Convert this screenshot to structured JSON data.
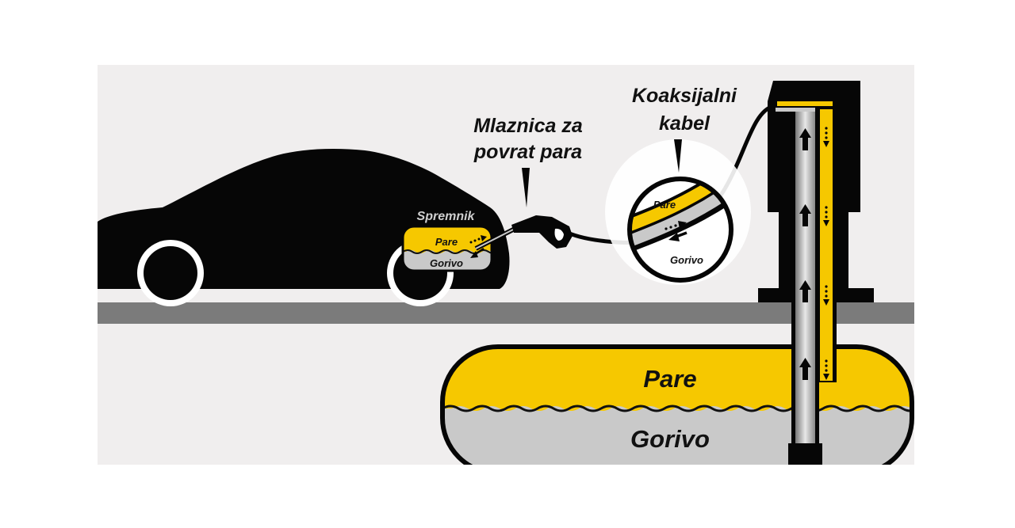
{
  "labels": {
    "vapor_nozzle": [
      "Mlaznica za",
      "povrat para"
    ],
    "coaxial_hose": [
      "Koaksijalni",
      "kabel"
    ],
    "car_tank": "Spremnik",
    "vapor": "Pare",
    "fuel": "Gorivo"
  },
  "colors": {
    "background": "#f0eeee",
    "silhouette": "#060606",
    "vapor": "#f6c800",
    "fuel": "#c9c9c9",
    "ground": "#7b7b7b"
  },
  "icons": [
    "car-silhouette",
    "fuel-nozzle-icon",
    "fuel-dispenser",
    "underground-tank",
    "magnifier-circle",
    "flow-arrow-icon"
  ]
}
